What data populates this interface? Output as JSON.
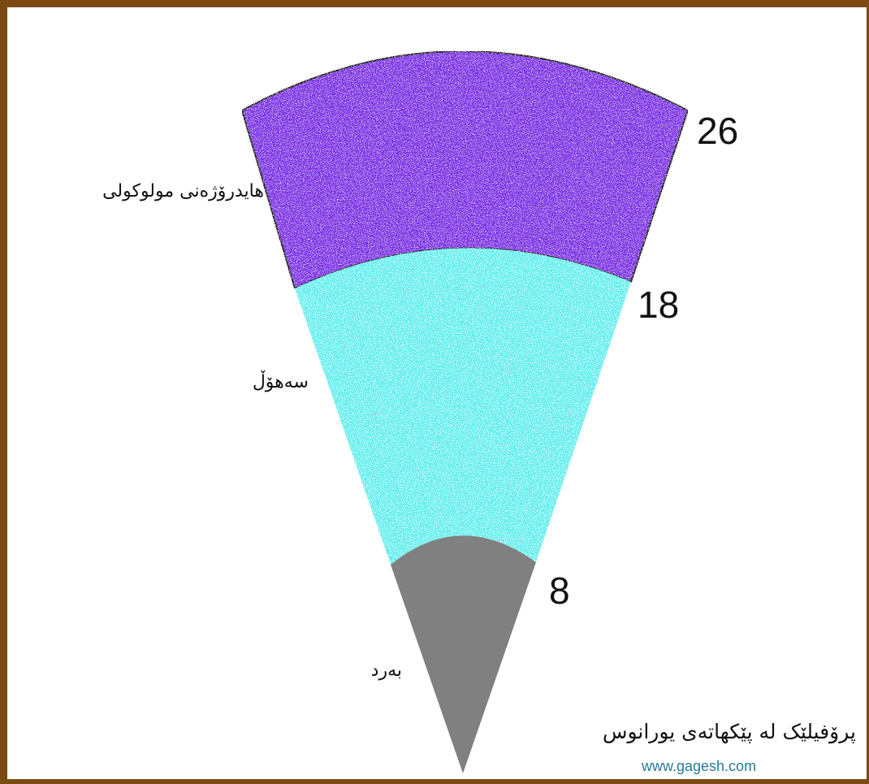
{
  "layers": [
    {
      "label": "هایدرۆژەنی مولوکولی",
      "radius_label": "26",
      "color": "#7d2ee6",
      "speckle": "#c0b8d8"
    },
    {
      "label": "سەهۆڵ",
      "radius_label": "18",
      "color": "#62eeee",
      "speckle": "#f0ffff"
    },
    {
      "label": "بەرد",
      "radius_label": "8",
      "color": "#808080",
      "speckle": "#808080"
    }
  ],
  "title": "پرۆفیلێک لە پێکهاتەی یورانوس",
  "credit": "www.gagesh.com",
  "frame_color": "#7a4a12"
}
